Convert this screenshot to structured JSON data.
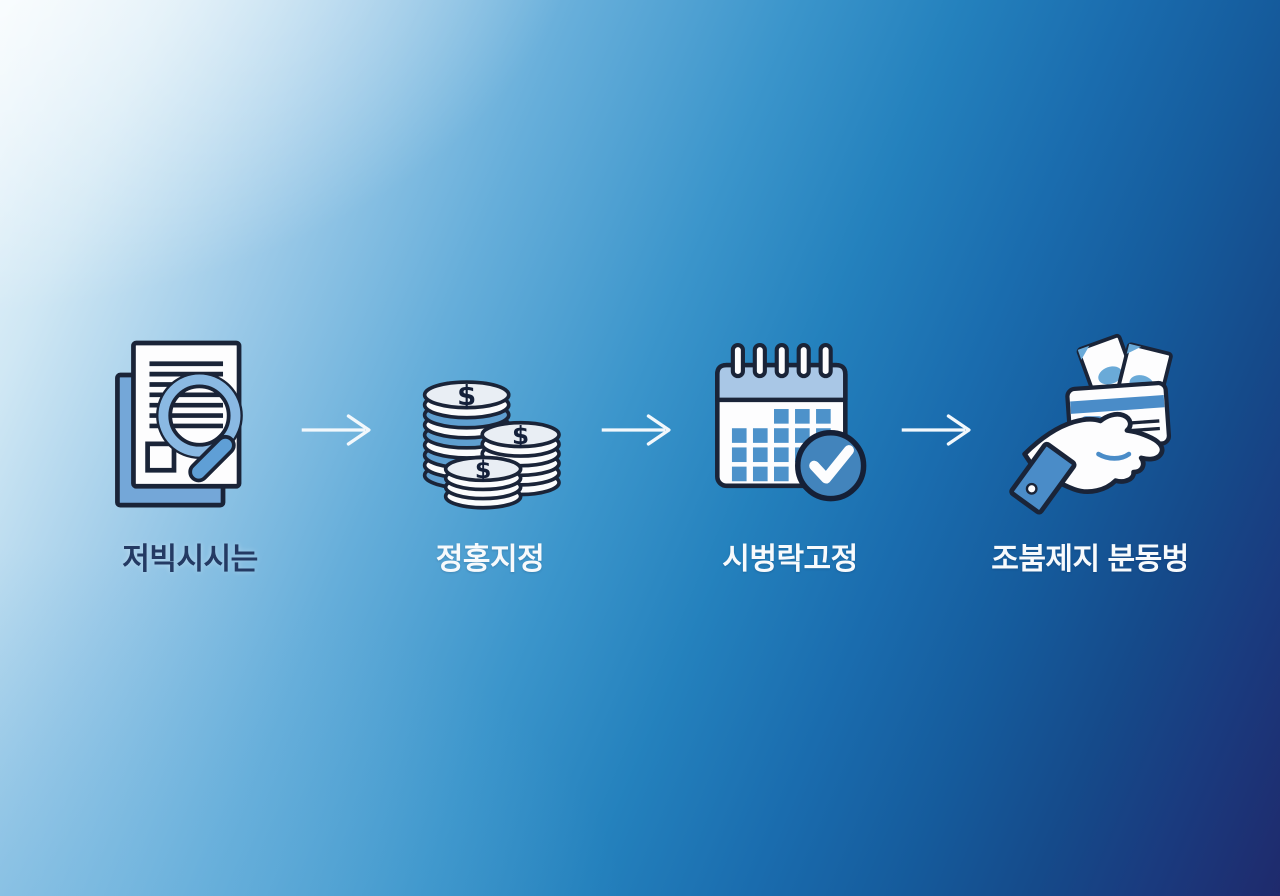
{
  "background": {
    "type": "diagonal-gradient",
    "from_color": "#eef7fc",
    "via_color": "#2f87c3",
    "to_color": "#1f2a6c"
  },
  "process_flow": {
    "steps": [
      {
        "label": "저빅시시는",
        "icon": "document-search-icon",
        "label_color": "#243a63"
      },
      {
        "label": "정홍지정",
        "icon": "coin-stacks-icon",
        "label_color": "#f7fafc"
      },
      {
        "label": "시벙락고정",
        "icon": "calendar-check-icon",
        "label_color": "#f7fafc"
      },
      {
        "label": "조붐제지 분동벙",
        "icon": "hand-card-money-icon",
        "label_color": "#f7fafc"
      }
    ],
    "arrow": {
      "direction": "right",
      "count": 3,
      "color": "#f2f8fc"
    },
    "coin_symbol": "$"
  },
  "icon_colors": {
    "outline": "#1a2438",
    "primary_blue": "#4a8cc8",
    "grid_blue": "#4d92ca",
    "light_blue": "#8ab9e3",
    "calendar_header": "#a9c7e6",
    "check_circle": "#4284bc",
    "coin_band_blue": "#5f9fd0",
    "coin_face": "#e9eef4",
    "paper_back_blue": "#74a7d8",
    "white": "#fdfdfe"
  }
}
